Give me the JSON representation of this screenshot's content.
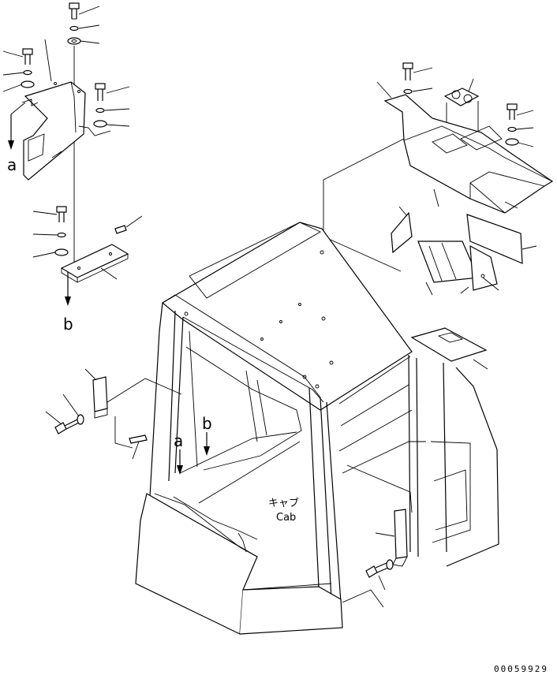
{
  "labels": {
    "ref_a_left": "a",
    "ref_b_left": "b",
    "ref_a_cab": "a",
    "ref_b_cab": "b",
    "cab_jp": "キャブ",
    "cab_en": "Cab"
  },
  "figure_number": "00059929"
}
